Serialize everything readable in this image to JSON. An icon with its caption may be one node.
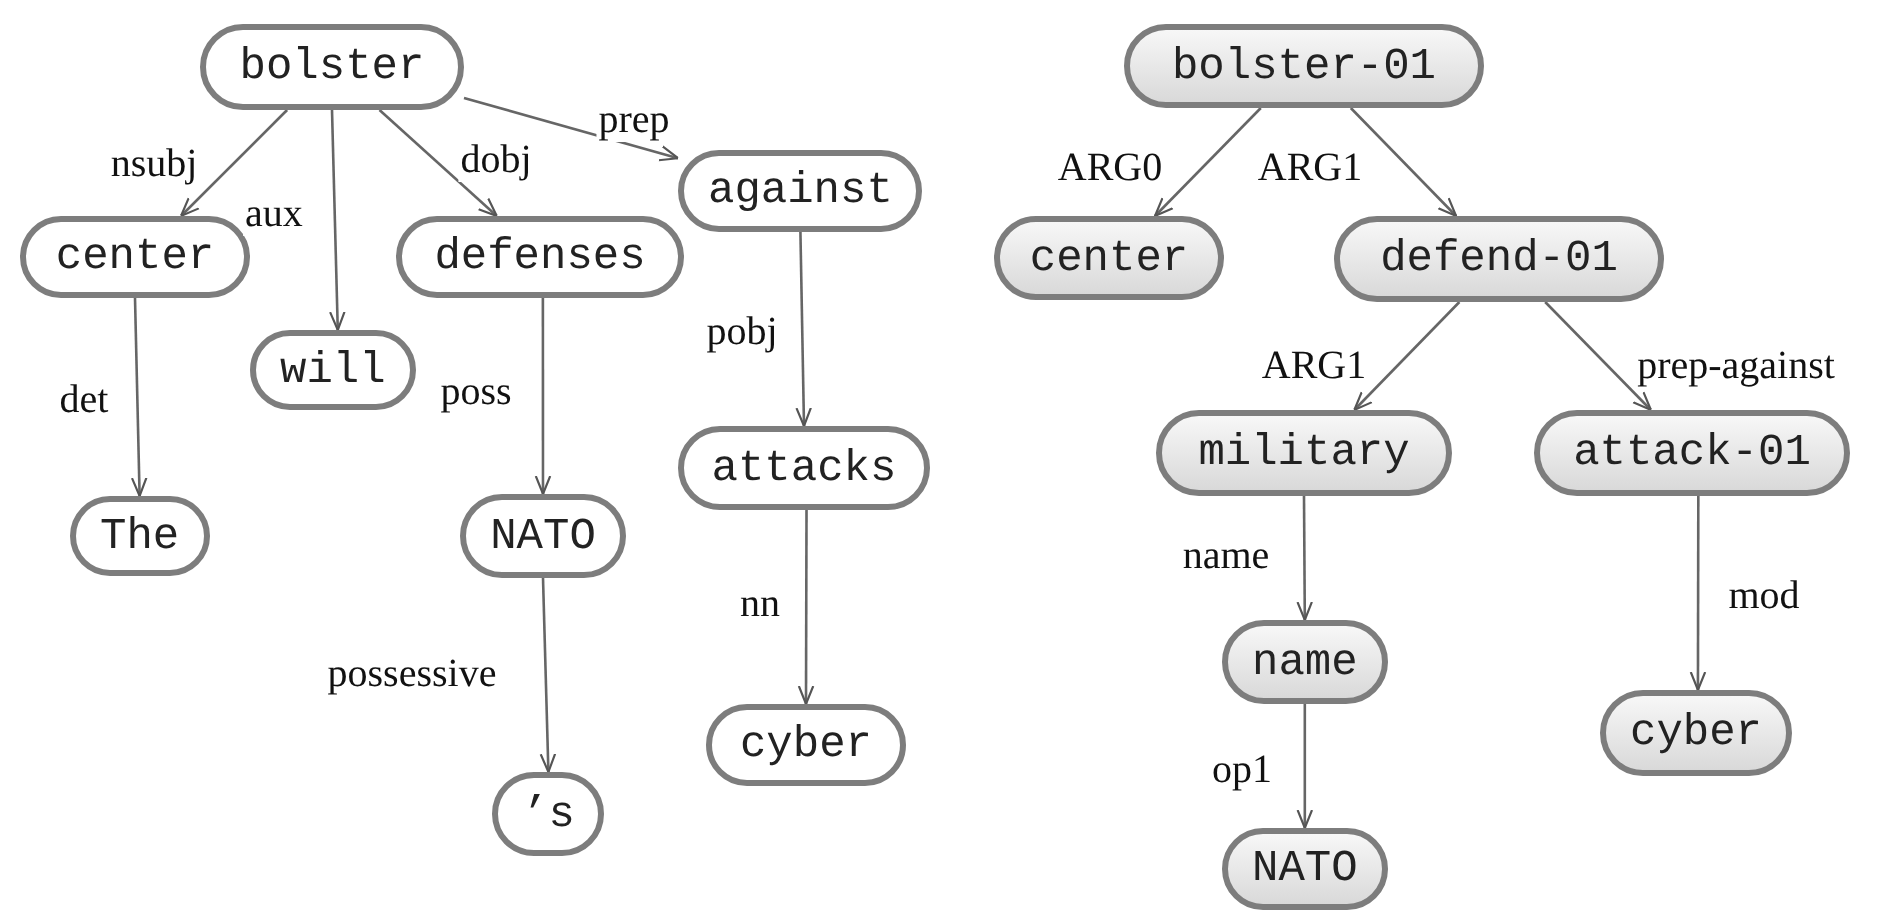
{
  "diagram": {
    "nodes": [
      {
        "text": [
          "bolster"
        ]
      },
      {
        "text": [
          "center"
        ]
      },
      {
        "text": [
          "will"
        ]
      },
      {
        "text": [
          "defenses"
        ]
      },
      {
        "text": [
          "against"
        ]
      },
      {
        "text": [
          "The"
        ]
      },
      {
        "text": [
          "NATO"
        ]
      },
      {
        "text": [
          "attacks"
        ]
      },
      {
        "text": [
          "cyber"
        ]
      },
      {
        "text": [
          "’s"
        ]
      },
      {
        "text": [
          "bolster-01"
        ]
      },
      {
        "text": [
          "center"
        ]
      },
      {
        "text": [
          "defend-01"
        ]
      },
      {
        "text": [
          "military"
        ]
      },
      {
        "text": [
          "attack-01"
        ]
      },
      {
        "text": [
          "name"
        ]
      },
      {
        "text": [
          "cyber"
        ]
      },
      {
        "text": [
          "NATO"
        ]
      }
    ],
    "edges": [
      {
        "from": 0,
        "to": 1,
        "arrow": "to",
        "label": "nsubj"
      },
      {
        "from": 0,
        "to": 2,
        "arrow": "to",
        "label": "aux"
      },
      {
        "from": 0,
        "to": 3,
        "arrow": "to",
        "label": "dobj"
      },
      {
        "from": 0,
        "to": 4,
        "arrow": "to",
        "label": "prep"
      },
      {
        "from": 1,
        "to": 5,
        "arrow": "to",
        "label": "det"
      },
      {
        "from": 3,
        "to": 6,
        "arrow": "to",
        "label": "poss"
      },
      {
        "from": 6,
        "to": 9,
        "arrow": "to",
        "label": "possessive"
      },
      {
        "from": 4,
        "to": 7,
        "arrow": "to",
        "label": "pobj"
      },
      {
        "from": 7,
        "to": 8,
        "arrow": "to",
        "label": "nn"
      },
      {
        "from": 10,
        "to": 11,
        "arrow": "to",
        "label": "ARG0"
      },
      {
        "from": 10,
        "to": 12,
        "arrow": "to",
        "label": "ARG1"
      },
      {
        "from": 12,
        "to": 13,
        "arrow": "to",
        "label": "ARG1"
      },
      {
        "from": 12,
        "to": 14,
        "arrow": "to",
        "label": "prep-against"
      },
      {
        "from": 13,
        "to": 15,
        "arrow": "to",
        "label": "name"
      },
      {
        "from": 15,
        "to": 17,
        "arrow": "to",
        "label": "op1"
      },
      {
        "from": 14,
        "to": 16,
        "arrow": "to",
        "label": "mod"
      }
    ]
  }
}
